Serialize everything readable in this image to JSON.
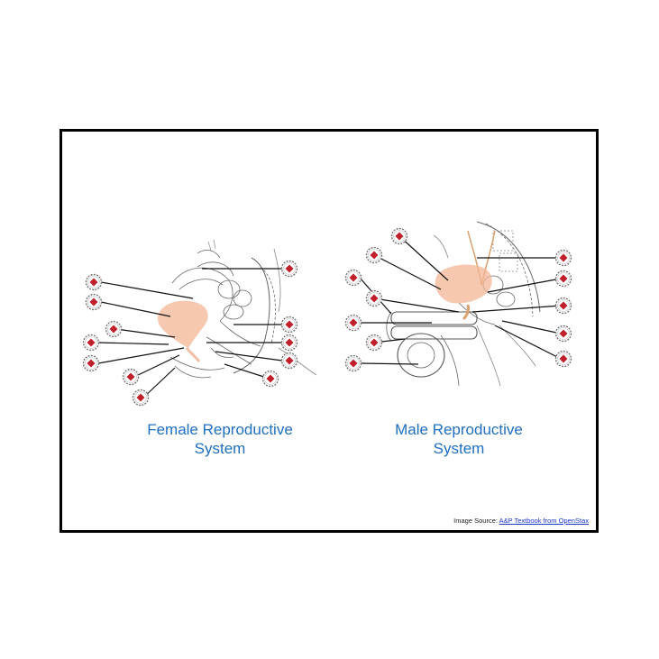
{
  "female": {
    "title_line1": "Female Reproductive",
    "title_line2": "System"
  },
  "male": {
    "title_line1": "Male Reproductive",
    "title_line2": "System"
  },
  "source": {
    "prefix": "Image Source: ",
    "link_text": "A&P Textbook from OpenStax"
  },
  "marker": {
    "icon": "hotspot-marker-icon",
    "fill": "#c0202c",
    "ring": "#777777"
  },
  "colors": {
    "title": "#1f6fc0",
    "organ": "#f2b594",
    "link": "#1a36c8"
  }
}
